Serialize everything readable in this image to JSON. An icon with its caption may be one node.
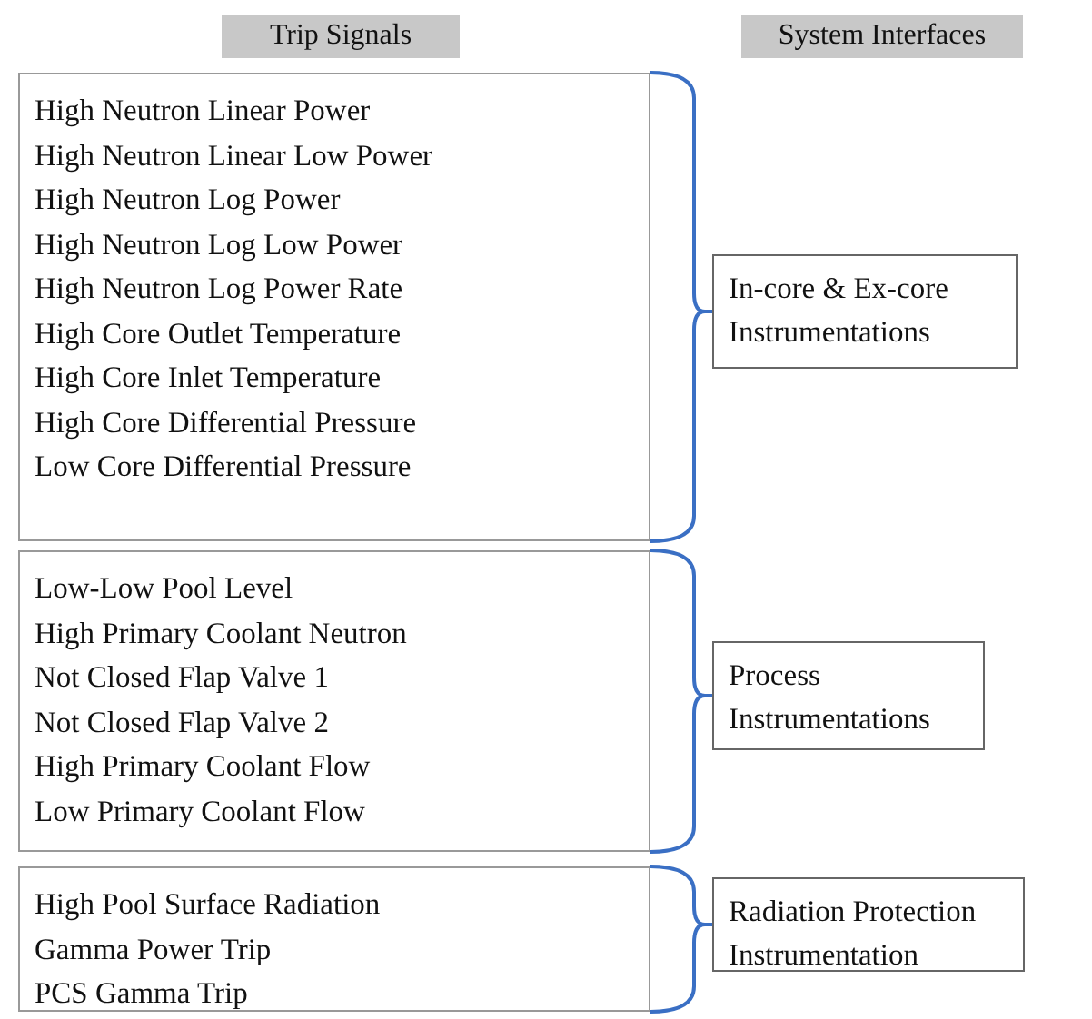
{
  "diagram": {
    "nodes": [
      {
        "text": [
          "Trip Signals"
        ]
      },
      {
        "text": [
          "System Interfaces"
        ]
      },
      {
        "text": [
          "High Neutron Linear Power",
          "High Neutron Linear Low Power",
          "High Neutron Log Power",
          "High Neutron Log Low Power",
          "High Neutron Log Power Rate",
          "High Core Outlet Temperature",
          "High Core Inlet Temperature",
          "High Core Differential Pressure",
          "Low Core Differential Pressure"
        ]
      },
      {
        "text": [
          "In-core & Ex-core Instrumentations"
        ]
      },
      {
        "text": [
          "Low-Low Pool Level",
          "High Primary Coolant Neutron",
          "Not Closed Flap Valve 1",
          "Not Closed Flap Valve 2",
          "High Primary Coolant Flow",
          "Low Primary Coolant Flow"
        ]
      },
      {
        "text": [
          "Process Instrumentations"
        ]
      },
      {
        "text": [
          "High Pool Surface Radiation",
          "Gamma Power Trip",
          "PCS Gamma Trip"
        ]
      },
      {
        "text": [
          "Radiation Protection Instrumentation"
        ]
      }
    ],
    "edges": [
      {
        "from": 2,
        "to": 3,
        "arrow": "none",
        "color": "#3a6fc4"
      },
      {
        "from": 4,
        "to": 5,
        "arrow": "none",
        "color": "#3a6fc4"
      },
      {
        "from": 6,
        "to": 7,
        "arrow": "none",
        "color": "#3a6fc4"
      }
    ]
  }
}
